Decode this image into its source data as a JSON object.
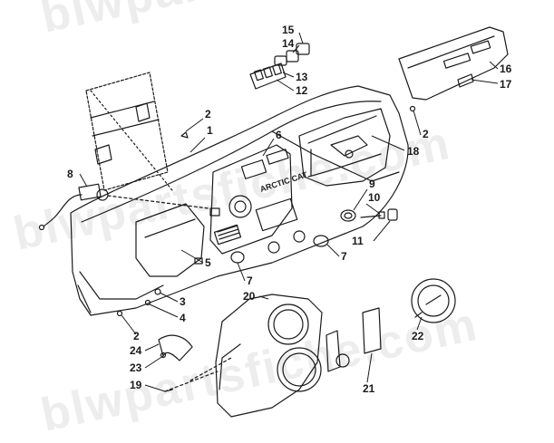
{
  "watermark": "blwpartsfiche.com",
  "colors": {
    "ink": "#1a1a1a",
    "background": "#ffffff"
  },
  "callouts": [
    {
      "id": "c1",
      "label": "1"
    },
    {
      "id": "c2a",
      "label": "2"
    },
    {
      "id": "c2b",
      "label": "2"
    },
    {
      "id": "c2c",
      "label": "2"
    },
    {
      "id": "c3",
      "label": "3"
    },
    {
      "id": "c4",
      "label": "4"
    },
    {
      "id": "c5",
      "label": "5"
    },
    {
      "id": "c6",
      "label": "6"
    },
    {
      "id": "c7a",
      "label": "7"
    },
    {
      "id": "c7b",
      "label": "7"
    },
    {
      "id": "c8",
      "label": "8"
    },
    {
      "id": "c9",
      "label": "9"
    },
    {
      "id": "c10",
      "label": "10"
    },
    {
      "id": "c11",
      "label": "11"
    },
    {
      "id": "c12",
      "label": "12"
    },
    {
      "id": "c13",
      "label": "13"
    },
    {
      "id": "c14",
      "label": "14"
    },
    {
      "id": "c15",
      "label": "15"
    },
    {
      "id": "c16",
      "label": "16"
    },
    {
      "id": "c17",
      "label": "17"
    },
    {
      "id": "c18",
      "label": "18"
    },
    {
      "id": "c19",
      "label": "19"
    },
    {
      "id": "c20",
      "label": "20"
    },
    {
      "id": "c21",
      "label": "21"
    },
    {
      "id": "c22",
      "label": "22"
    },
    {
      "id": "c23",
      "label": "23"
    },
    {
      "id": "c24",
      "label": "24"
    }
  ],
  "dash_logo": "ARCTIC CAT"
}
